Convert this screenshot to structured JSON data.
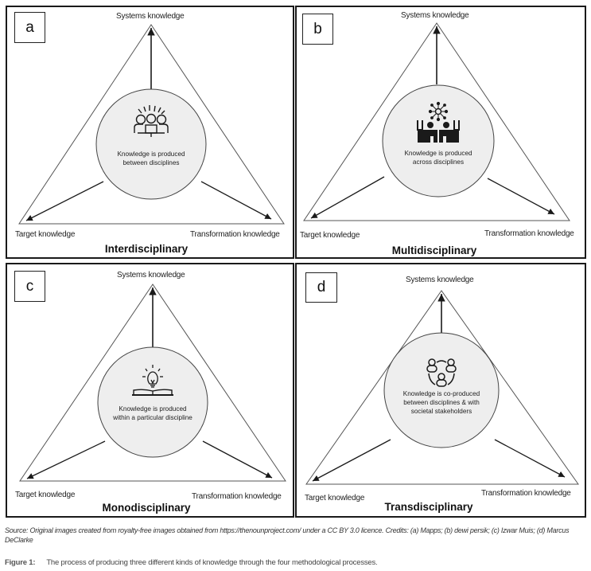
{
  "figure": {
    "panels": [
      {
        "id": "a",
        "letter": "a",
        "title": "Interdisciplinary",
        "top_label": "Systems knowledge",
        "left_label": "Target knowledge",
        "right_label": "Transformation knowledge",
        "center_text": [
          "Knowledge is produced",
          "between disciplines"
        ],
        "icon": "meeting-people-icon"
      },
      {
        "id": "b",
        "letter": "b",
        "title": "Multidisciplinary",
        "top_label": "Systems knowledge",
        "left_label": "Target knowledge",
        "right_label": "Transformation knowledge",
        "center_text": [
          "Knowledge is produced",
          "across disciplines"
        ],
        "icon": "collaboration-network-icon"
      },
      {
        "id": "c",
        "letter": "c",
        "title": "Monodisciplinary",
        "top_label": "Systems knowledge",
        "left_label": "Target knowledge",
        "right_label": "Transformation knowledge",
        "center_text": [
          "Knowledge is produced",
          "within a particular discipline"
        ],
        "icon": "lightbulb-book-icon"
      },
      {
        "id": "d",
        "letter": "d",
        "title": "Transdisciplinary",
        "top_label": "Systems knowledge",
        "left_label": "Target knowledge",
        "right_label": "Transformation knowledge",
        "center_text": [
          "Knowledge is co-produced",
          "between disciplines & with",
          "societal stakeholders"
        ],
        "icon": "stakeholder-group-icon"
      }
    ],
    "source_text": "Source: Original images created from royalty-free images obtained from https://thenounproject.com/ under a CC BY 3.0 licence. Credits: (a) Mapps; (b) dewi persik; (c) Izwar Muis; (d) Marcus DeClarke",
    "caption_label": "Figure 1:",
    "caption_text": "The process of producing three different kinds of knowledge through the four methodological processes."
  },
  "colors": {
    "circle_fill": "#eeeeee",
    "line": "#1a1a1a",
    "triangle_stroke": "#555555"
  }
}
